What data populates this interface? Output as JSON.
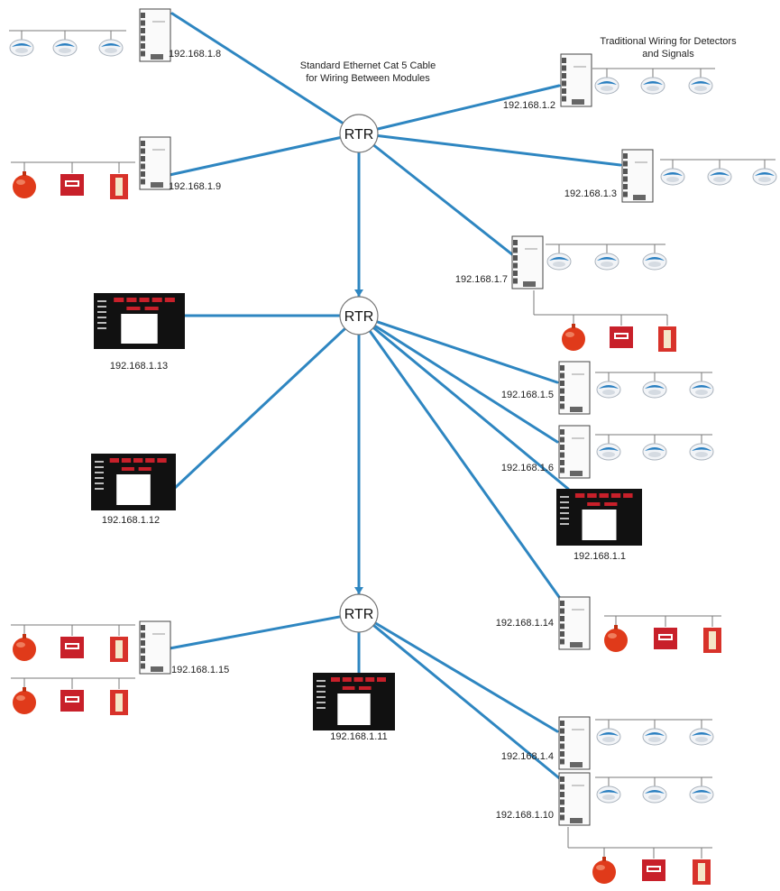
{
  "annotations": {
    "cable_note_line1": "Standard Ethernet Cat 5 Cable",
    "cable_note_line2": "for Wiring Between Modules",
    "wiring_note_line1": "Traditional Wiring for Detectors",
    "wiring_note_line2": "and Signals"
  },
  "routers": [
    {
      "id": "r1",
      "label": "RTR"
    },
    {
      "id": "r2",
      "label": "RTR"
    },
    {
      "id": "r3",
      "label": "RTR"
    }
  ],
  "modules": [
    {
      "id": "m8",
      "label": "192.168.1.8"
    },
    {
      "id": "m9",
      "label": "192.168.1.9"
    },
    {
      "id": "m2",
      "label": "192.168.1.2"
    },
    {
      "id": "m3",
      "label": "192.168.1.3"
    },
    {
      "id": "m7",
      "label": "192.168.1.7"
    },
    {
      "id": "m5",
      "label": "192.168.1.5"
    },
    {
      "id": "m6",
      "label": "192.168.1.6"
    },
    {
      "id": "m14",
      "label": "192.168.1.14"
    },
    {
      "id": "m15",
      "label": "192.168.1.15"
    },
    {
      "id": "m4",
      "label": "192.168.1.4"
    },
    {
      "id": "m10",
      "label": "192.168.1.10"
    }
  ],
  "panels": [
    {
      "id": "p13",
      "label": "192.168.1.13"
    },
    {
      "id": "p12",
      "label": "192.168.1.12"
    },
    {
      "id": "p1",
      "label": "192.168.1.1"
    },
    {
      "id": "p11",
      "label": "192.168.1.11"
    }
  ],
  "colors": {
    "cable": "#2e86c1",
    "wire": "#7a7a7a",
    "bell": "#e03a1a",
    "pull_station": "#c8202a",
    "strobe": "#d8322a",
    "detector": "#2a7fc0",
    "panel_bg": "#111111",
    "panel_button": "#c8202a"
  },
  "device_kinds": {
    "smoke_detector": "smoke-detector-icon",
    "alarm_bell": "alarm-bell-icon",
    "pull_station": "pull-station-icon",
    "strobe": "strobe-icon"
  }
}
